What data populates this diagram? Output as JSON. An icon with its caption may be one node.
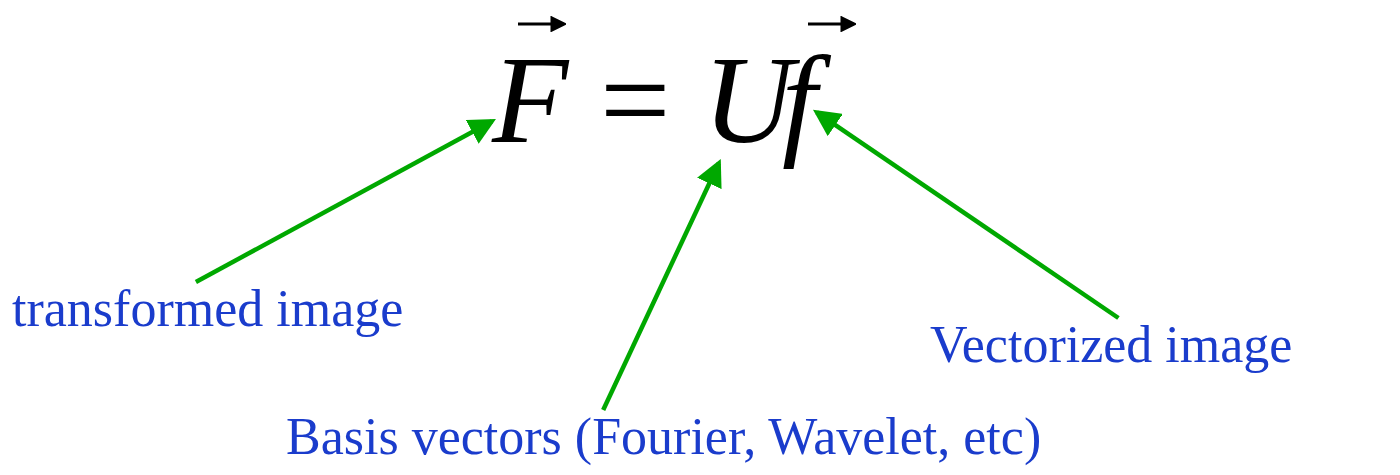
{
  "diagram": {
    "nodes": [
      {
        "text": [
          "transformed image"
        ]
      },
      {
        "text": [
          "Basis vectors (Fourier, Wavelet, etc)"
        ]
      },
      {
        "text": [
          "Vectorized image"
        ]
      },
      {
        "text": [
          "F"
        ]
      },
      {
        "text": [
          "U"
        ]
      },
      {
        "text": [
          "f"
        ]
      }
    ],
    "edges": [
      {
        "from": 0,
        "to": 3,
        "arrow": "to",
        "color": "#00a800"
      },
      {
        "from": 1,
        "to": 4,
        "arrow": "to",
        "color": "#00a800"
      },
      {
        "from": 2,
        "to": 5,
        "arrow": "to",
        "color": "#00a800"
      }
    ],
    "labels": [
      "="
    ]
  }
}
